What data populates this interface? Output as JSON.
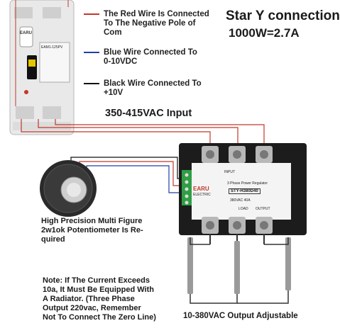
{
  "title": {
    "line1": "Star Y connection",
    "line2": "1000W=2.7A"
  },
  "legend": [
    {
      "color": "#c0392b",
      "line1": "The Red Wire Is Connected",
      "line2": "To The Negative Pole of",
      "line3": "Com"
    },
    {
      "color": "#1f3fa8",
      "line1": "Blue Wire Connected To",
      "line2": "0-10VDC"
    },
    {
      "color": "#111111",
      "line1": "Black Wire Connected To",
      "line2": "+10V"
    }
  ],
  "input_label": "350-415VAC Input",
  "potentiometer_label": {
    "line1": "High Precision Multi Figure",
    "line2": "2w1ok Potentiometer Is Re-",
    "line3": "quired"
  },
  "note": {
    "line1": "Note: If The Current Exceeds",
    "line2": "10a, It Must Be Equipped With",
    "line3": "A Radiator. (Three Phase",
    "line4": "Output 220vac, Remember",
    "line5": "Not To Connect The Zero Line)"
  },
  "output_label": "10-380VAC Output Adjustable",
  "breaker": {
    "brand": "EARU",
    "model": "EAM1-125PV"
  },
  "regulator": {
    "brand": "EARU",
    "sub": "ELECTRIC",
    "heading": "3 Phase Power Regulator",
    "model": "STY-H380D40",
    "spec": "380VAC  40A",
    "terminal_labels": {
      "input": "INPUT",
      "output": "OUTPUT",
      "load": "LOAD"
    }
  },
  "colors": {
    "red_wire": "#c0392b",
    "blue_wire": "#1f3fa8",
    "black_wire": "#111111",
    "regulator_body": "#1c1c1c",
    "terminal_green": "#2f9e44"
  }
}
